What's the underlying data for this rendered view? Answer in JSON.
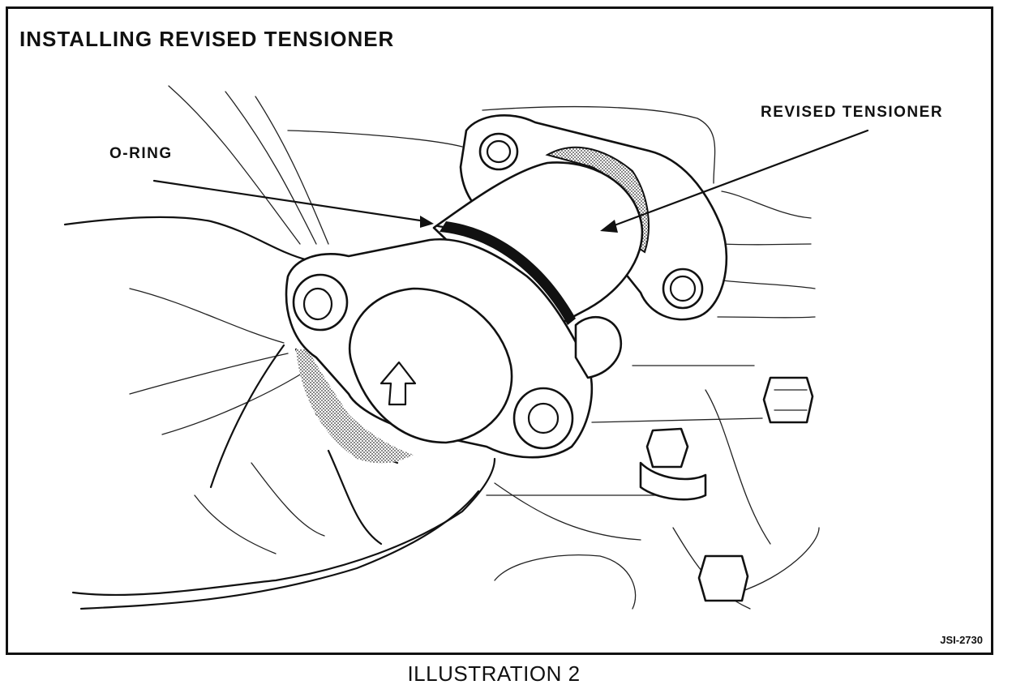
{
  "diagram": {
    "title": "INSTALLING REVISED TENSIONER",
    "callouts": {
      "o_ring": "O-RING",
      "revised_tensioner": "REVISED TENSIONER"
    },
    "figure_id": "JSI-2730"
  },
  "caption": "ILLUSTRATION 2",
  "colors": {
    "ink": "#111111",
    "paper": "#ffffff"
  }
}
